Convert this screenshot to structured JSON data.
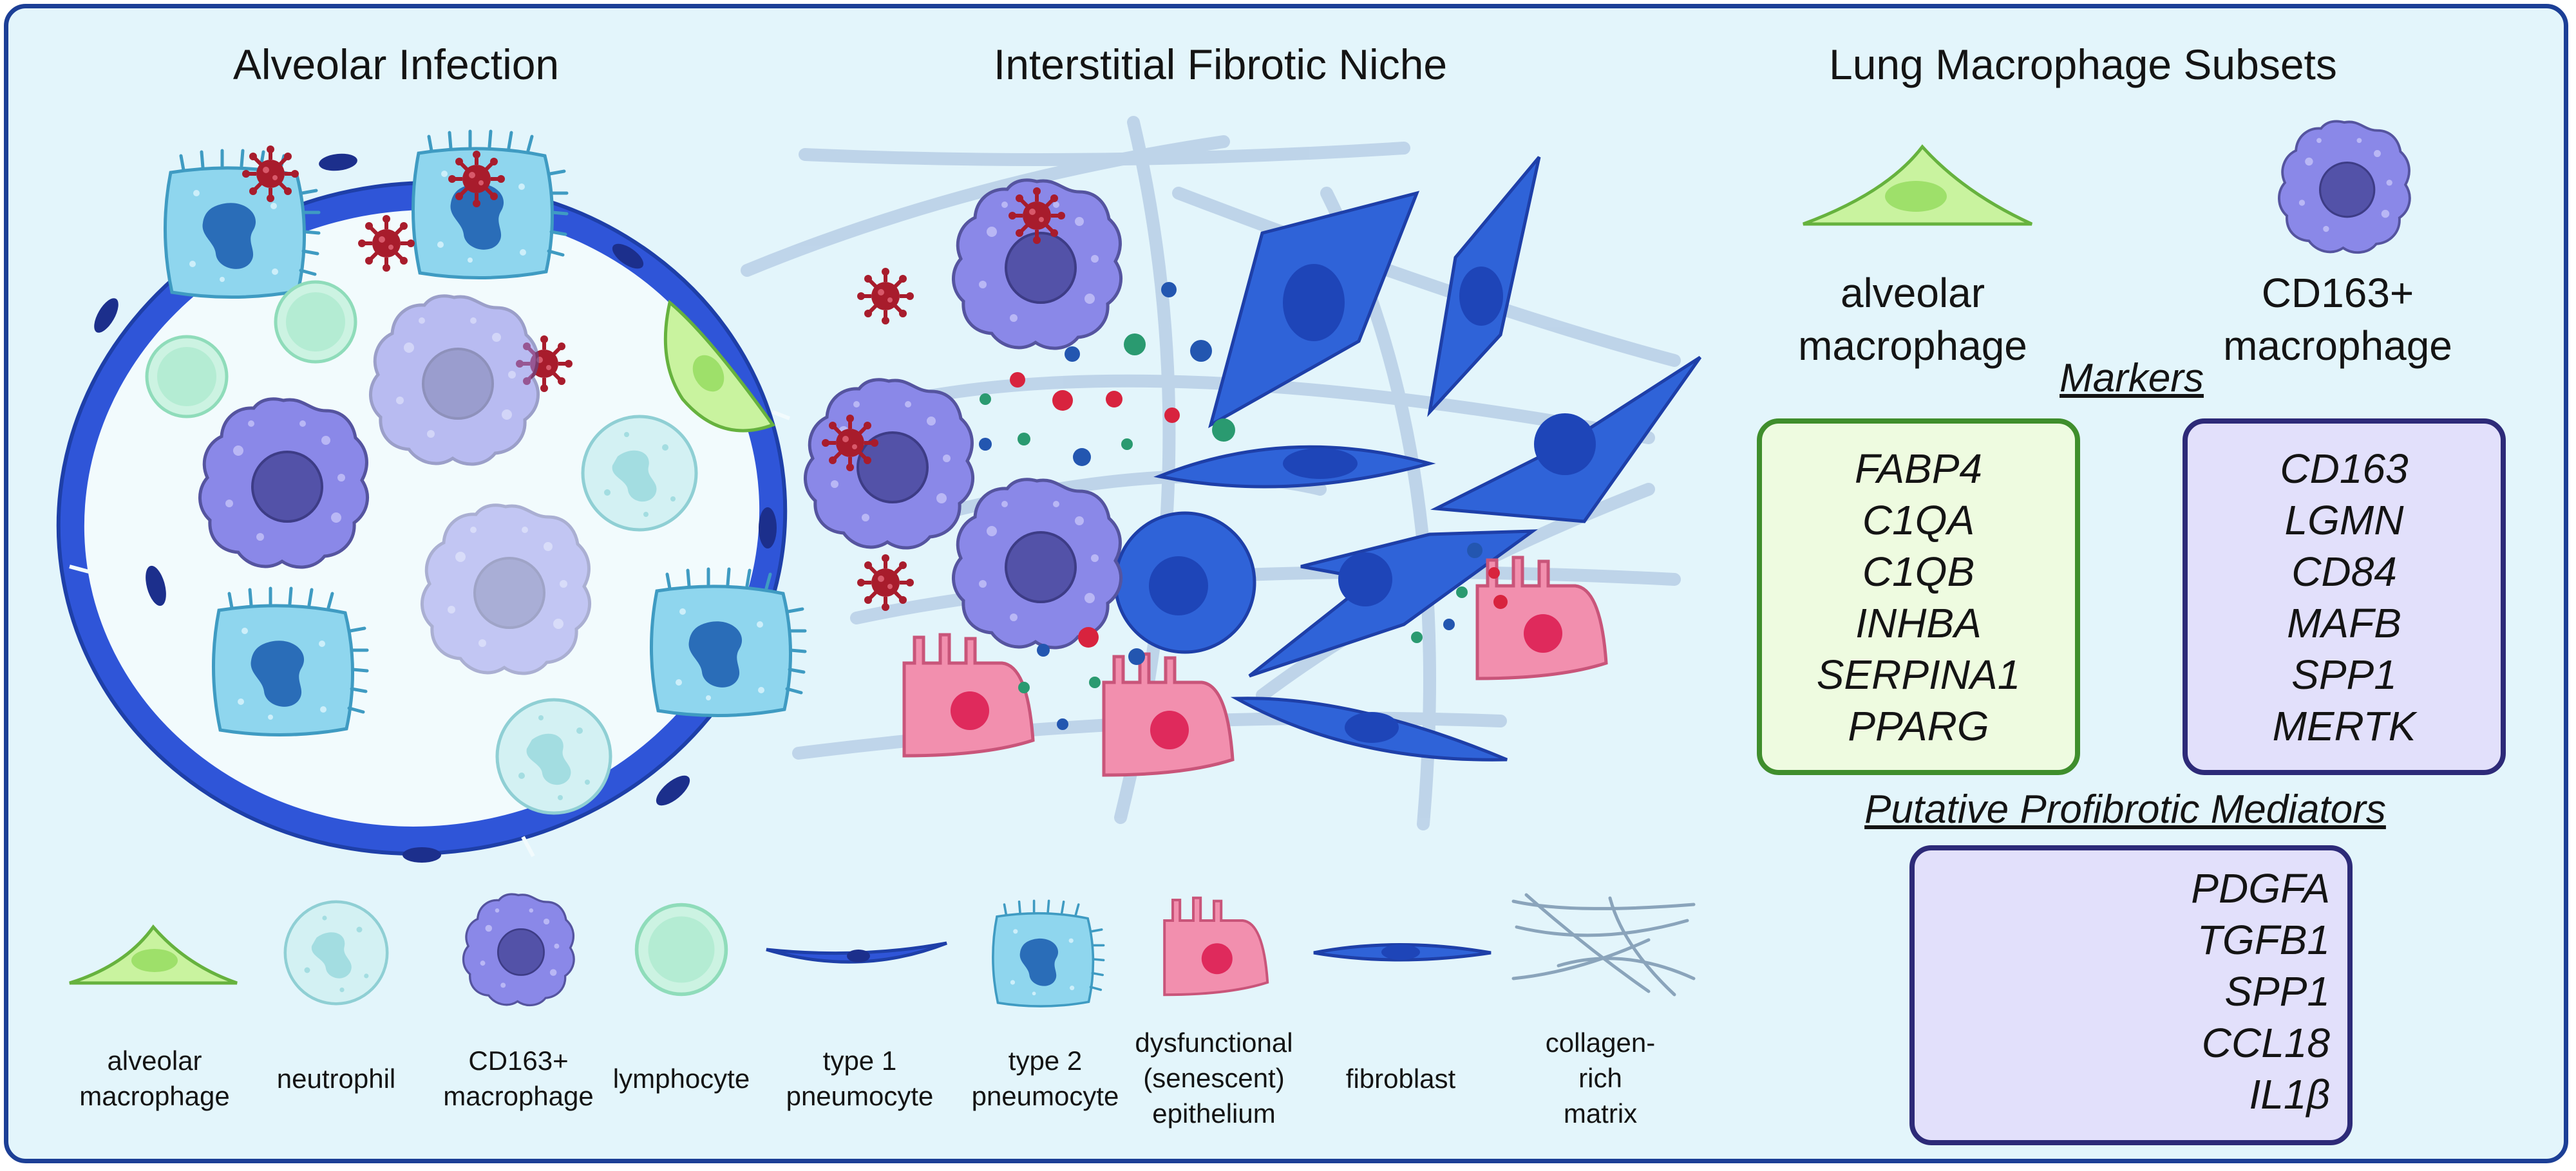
{
  "titles": {
    "alveolar": "Alveolar Infection",
    "interstitial": "Interstitial Fibrotic Niche",
    "subsets": "Lung Macrophage Subsets"
  },
  "subsets": {
    "alveolar_label": "alveolar\nmacrophage",
    "cd163_label": "CD163+\nmacrophage"
  },
  "markers": {
    "heading": "Markers",
    "alveolar": [
      "FABP4",
      "C1QA",
      "C1QB",
      "INHBA",
      "SERPINA1",
      "PPARG"
    ],
    "cd163": [
      "CD163",
      "LGMN",
      "CD84",
      "MAFB",
      "SPP1",
      "MERTK"
    ]
  },
  "mediators": {
    "heading": "Putative Profibrotic Mediators",
    "items": [
      "PDGFA",
      "TGFB1",
      "SPP1",
      "CCL18",
      "IL1β"
    ]
  },
  "legend": [
    {
      "icon": "alveolar-macrophage-icon",
      "label": "alveolar\nmacrophage"
    },
    {
      "icon": "neutrophil-icon",
      "label": "neutrophil"
    },
    {
      "icon": "cd163-macrophage-icon",
      "label": "CD163+\nmacrophage"
    },
    {
      "icon": "lymphocyte-icon",
      "label": "lymphocyte"
    },
    {
      "icon": "type1-pneumocyte-icon",
      "label": "type 1\npneumocyte"
    },
    {
      "icon": "type2-pneumocyte-icon",
      "label": "type 2\npneumocyte"
    },
    {
      "icon": "senescent-epithelium-icon",
      "label": "dysfunctional\n(senescent)\nepithelium"
    },
    {
      "icon": "fibroblast-icon",
      "label": "fibroblast"
    },
    {
      "icon": "collagen-matrix-icon",
      "label": "collagen-\nrich\nmatrix"
    }
  ],
  "colors": {
    "frame": "#1c3f96",
    "background": "#e3f5fb",
    "alveolar_box_border": "#3f8e2c",
    "alveolar_box_fill": "#eefbe0",
    "cd163_box_border": "#2d2a78",
    "cd163_box_fill": "#e2e0fb",
    "virus": "#a81c2c",
    "fibroblast": "#2f63d8",
    "alveolar_macrophage": "#c9f39f",
    "cd163_macrophage": "#8a88e8",
    "type2_pneumocyte": "#8fd6ee",
    "senescent_epithelium": "#f28fae"
  }
}
